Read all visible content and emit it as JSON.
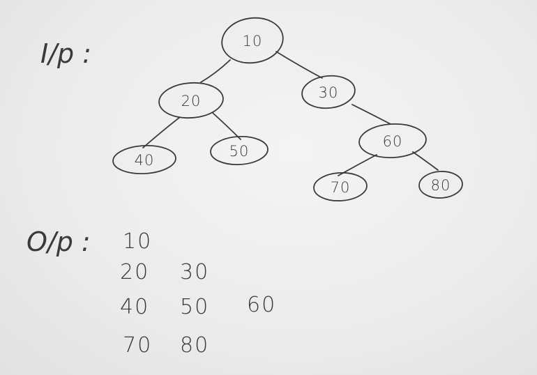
{
  "input_label": "I/p :",
  "output_label": "O/p :",
  "tree": {
    "nodes": [
      {
        "id": "n10",
        "label": "10"
      },
      {
        "id": "n20",
        "label": "20"
      },
      {
        "id": "n30",
        "label": "30"
      },
      {
        "id": "n40",
        "label": "40"
      },
      {
        "id": "n50",
        "label": "50"
      },
      {
        "id": "n60",
        "label": "60"
      },
      {
        "id": "n70",
        "label": "70"
      },
      {
        "id": "n80",
        "label": "80"
      }
    ],
    "edges": [
      {
        "from": "n10",
        "to": "n20"
      },
      {
        "from": "n10",
        "to": "n30"
      },
      {
        "from": "n20",
        "to": "n40"
      },
      {
        "from": "n20",
        "to": "n50"
      },
      {
        "from": "n30",
        "to": "n60"
      },
      {
        "from": "n60",
        "to": "n70"
      },
      {
        "from": "n60",
        "to": "n80"
      }
    ]
  },
  "output_rows": [
    [
      "10"
    ],
    [
      "20",
      "30"
    ],
    [
      "40",
      "50",
      "60"
    ],
    [
      "70",
      "80"
    ]
  ]
}
